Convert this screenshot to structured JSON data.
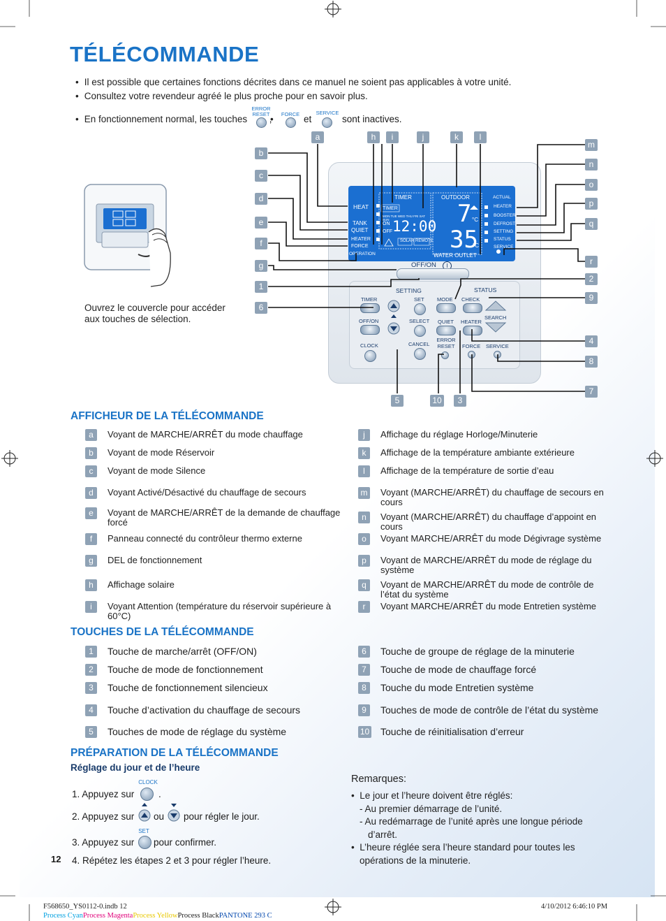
{
  "title": "TÉLÉCOMMANDE",
  "intro": {
    "bullet1": "Il est possible que certaines fonctions décrites dans ce manuel ne soient pas applicables à votre unité.",
    "bullet2": "Consultez votre revendeur agréé le plus proche pour en savoir plus.",
    "bullet3_pre": "En fonctionnement normal, les touches",
    "bullet3_sep": ",",
    "bullet3_and": "et",
    "bullet3_post": "sont inactives.",
    "btn_error_reset": "ERROR RESET",
    "btn_force": "FORCE",
    "btn_service": "SERVICE"
  },
  "illustration_caption": "Ouvrez le couvercle pour accéder aux touches de sélection.",
  "remote": {
    "lcd": {
      "heat": "HEAT",
      "tank": "TANK",
      "quiet": "QUIET",
      "heater": "HEATER",
      "force": "FORCE",
      "operation": "OPERATION",
      "timer": "TIMER",
      "outdoor": "OUTDOOR",
      "actual": "ACTUAL",
      "heater_r": "HEATER",
      "booster": "BOOSTER",
      "defrost": "DEFROST",
      "setting": "SETTING",
      "status": "STATUS",
      "service": "SERVICE",
      "timer_box": "TIMER",
      "days": "MON TUE WED THU FRI SAT SUN",
      "on": "ON",
      "off": "OFF",
      "solar": "SOLAR",
      "remote_lbl": "REMOTE",
      "clock": "12:00",
      "outdoor_temp": "7",
      "water_temp": "35",
      "unit_c": "°C",
      "water_outlet": "WATER OUTLET"
    },
    "offon": "OFF/ON",
    "setting_header": "SETTING",
    "status_header": "STATUS",
    "buttons": {
      "timer": "TIMER",
      "offon": "OFF/ON",
      "clock": "CLOCK",
      "set": "SET",
      "select": "SELECT",
      "cancel": "CANCEL",
      "mode": "MODE",
      "check": "CHECK",
      "quiet": "QUIET",
      "heater": "HEATER",
      "search": "SEARCH",
      "error_reset": "ERROR RESET",
      "force": "FORCE",
      "service": "SERVICE"
    },
    "callouts_top": [
      "a",
      "h",
      "i",
      "j",
      "k",
      "l"
    ],
    "callouts_left": [
      "b",
      "c",
      "d",
      "e",
      "f",
      "g",
      "1",
      "6"
    ],
    "callouts_right": [
      "m",
      "n",
      "o",
      "p",
      "q",
      "r",
      "2",
      "9",
      "4",
      "8",
      "7"
    ],
    "callouts_bottom": [
      "5",
      "10",
      "3"
    ]
  },
  "display_section": {
    "heading": "AFFICHEUR DE LA TÉLÉCOMMANDE",
    "left": [
      {
        "k": "a",
        "t": "Voyant de MARCHE/ARRÊT du mode chauffage"
      },
      {
        "k": "b",
        "t": "Voyant de mode Réservoir"
      },
      {
        "k": "c",
        "t": "Voyant de mode Silence"
      },
      {
        "k": "d",
        "t": "Voyant Activé/Désactivé du chauffage de secours"
      },
      {
        "k": "e",
        "t": "Voyant de MARCHE/ARRÊT de la demande de chauffage forcé"
      },
      {
        "k": "f",
        "t": "Panneau connecté du contrôleur thermo externe"
      },
      {
        "k": "g",
        "t": "DEL de fonctionnement"
      },
      {
        "k": "h",
        "t": "Affichage solaire"
      },
      {
        "k": "i",
        "t": "Voyant Attention (température du réservoir supérieure à 60°C)"
      }
    ],
    "right": [
      {
        "k": "j",
        "t": "Affichage du réglage Horloge/Minuterie"
      },
      {
        "k": "k",
        "t": "Affichage de la température ambiante extérieure"
      },
      {
        "k": "l",
        "t": "Affichage de la température de sortie d’eau"
      },
      {
        "k": "m",
        "t": "Voyant (MARCHE/ARRÊT) du chauffage de secours en cours"
      },
      {
        "k": "n",
        "t": "Voyant (MARCHE/ARRÊT) du chauffage d’appoint en cours"
      },
      {
        "k": "o",
        "t": "Voyant MARCHE/ARRÊT du mode Dégivrage système"
      },
      {
        "k": "p",
        "t": "Voyant de MARCHE/ARRÊT du mode de réglage du système"
      },
      {
        "k": "q",
        "t": "Voyant de MARCHE/ARRÊT du mode de contrôle de l’état du système"
      },
      {
        "k": "r",
        "t": "Voyant MARCHE/ARRÊT du mode Entretien système"
      }
    ]
  },
  "keys_section": {
    "heading": "TOUCHES DE LA TÉLÉCOMMANDE",
    "left": [
      {
        "k": "1",
        "t": "Touche de marche/arrêt (OFF/ON)"
      },
      {
        "k": "2",
        "t": "Touche de mode de fonctionnement"
      },
      {
        "k": "3",
        "t": "Touche de fonctionnement silencieux"
      },
      {
        "k": "4",
        "t": "Touche d’activation du chauffage de secours"
      },
      {
        "k": "5",
        "t": "Touches de mode de réglage du système"
      }
    ],
    "right": [
      {
        "k": "6",
        "t": "Touche de groupe de réglage de la minuterie"
      },
      {
        "k": "7",
        "t": "Touche de mode de chauffage forcé"
      },
      {
        "k": "8",
        "t": "Touche du mode Entretien système"
      },
      {
        "k": "9",
        "t": "Touches de mode de contrôle de l’état du système"
      },
      {
        "k": "10",
        "t": "Touche de réinitialisation d’erreur"
      }
    ]
  },
  "prep_section": {
    "heading": "PRÉPARATION DE LA TÉLÉCOMMANDE",
    "subheading": "Réglage du jour et de l’heure",
    "step1": "1. Appuyez sur",
    "step1_btn": "CLOCK",
    "step1_end": ".",
    "step2": "2. Appuyez sur",
    "step2_or": "ou",
    "step2_end": "pour régler le jour.",
    "step3": "3. Appuyez sur",
    "step3_btn": "SET",
    "step3_end": "pour confirmer.",
    "step4": "4. Répétez les étapes 2 et 3 pour régler l’heure."
  },
  "remarks": {
    "heading": "Remarques:",
    "b1": "Le jour et l’heure doivent être réglés:",
    "b1a": "-  Au premier démarrage de l’unité.",
    "b1b": "-  Au redémarrage de l’unité après une longue période",
    "b1b2": "d’arrêt.",
    "b2": "L’heure réglée sera l’heure standard pour toutes les",
    "b2b": "opérations de la minuterie."
  },
  "page_number": "12",
  "footer": {
    "file": "F568650_YS0112-0.indb   12",
    "date": "4/10/2012   6:46:10 PM",
    "process": [
      {
        "t": "Process Cyan",
        "c": "#00a0e0"
      },
      {
        "t": "Process Magenta",
        "c": "#e0007a"
      },
      {
        "t": "Process Yellow",
        "c": "#e8c800"
      },
      {
        "t": "Process Black",
        "c": "#1a1a1a"
      },
      {
        "t": "PANTONE 293 C",
        "c": "#0046ad"
      }
    ]
  }
}
